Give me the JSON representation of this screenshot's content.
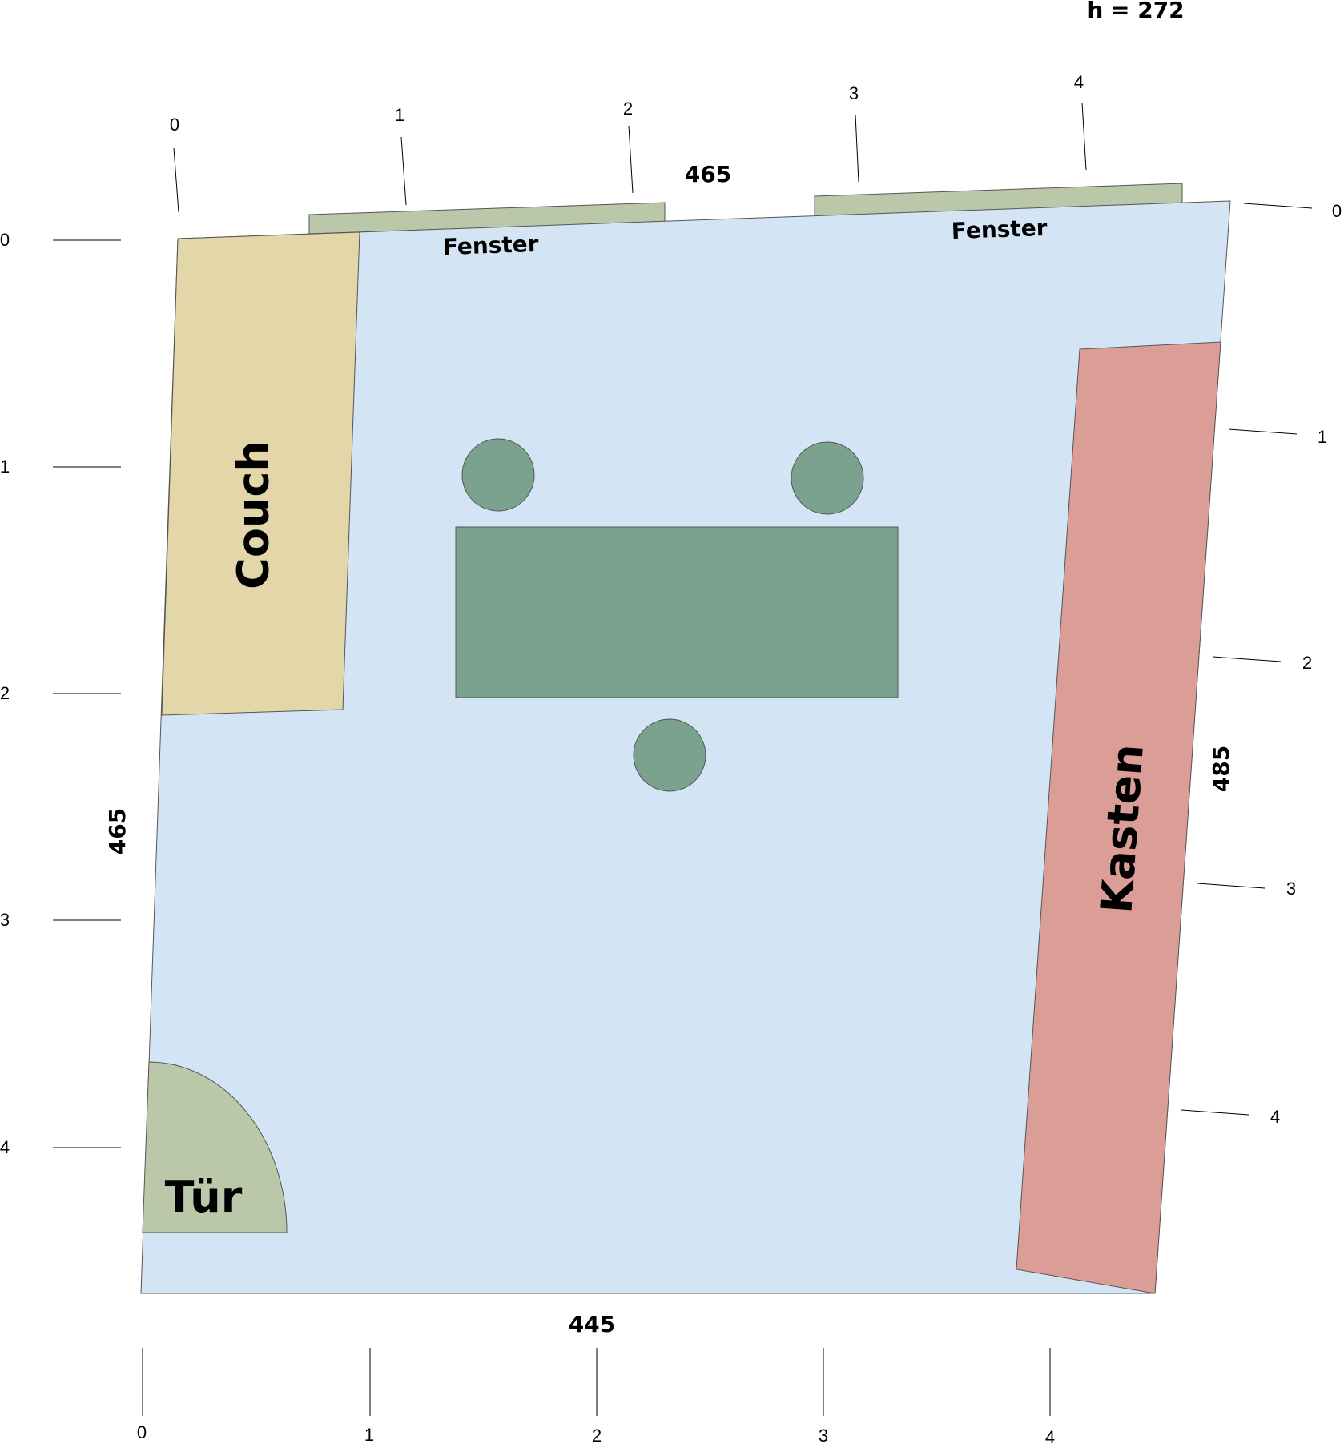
{
  "colors": {
    "room": "#d3e5f4",
    "couch": "#e3d6a9",
    "cabinet": "#db9e96",
    "window": "#bbc7a9",
    "door": "#bbc7a9",
    "table": "#7ba28f",
    "stroke": "#555555"
  },
  "height_label": "h = 272",
  "dimensions": {
    "top": "465",
    "left": "465",
    "right": "485",
    "bottom": "445"
  },
  "labels": {
    "window_left": "Fenster",
    "window_right": "Fenster",
    "couch": "Couch",
    "cabinet": "Kasten",
    "door": "Tür"
  },
  "ticks": {
    "top": [
      "0",
      "1",
      "2",
      "3",
      "4"
    ],
    "left": [
      "0",
      "1",
      "2",
      "3",
      "4"
    ],
    "right": [
      "0",
      "1",
      "2",
      "3",
      "4"
    ],
    "bottom": [
      "0",
      "1",
      "2",
      "3",
      "4"
    ]
  }
}
